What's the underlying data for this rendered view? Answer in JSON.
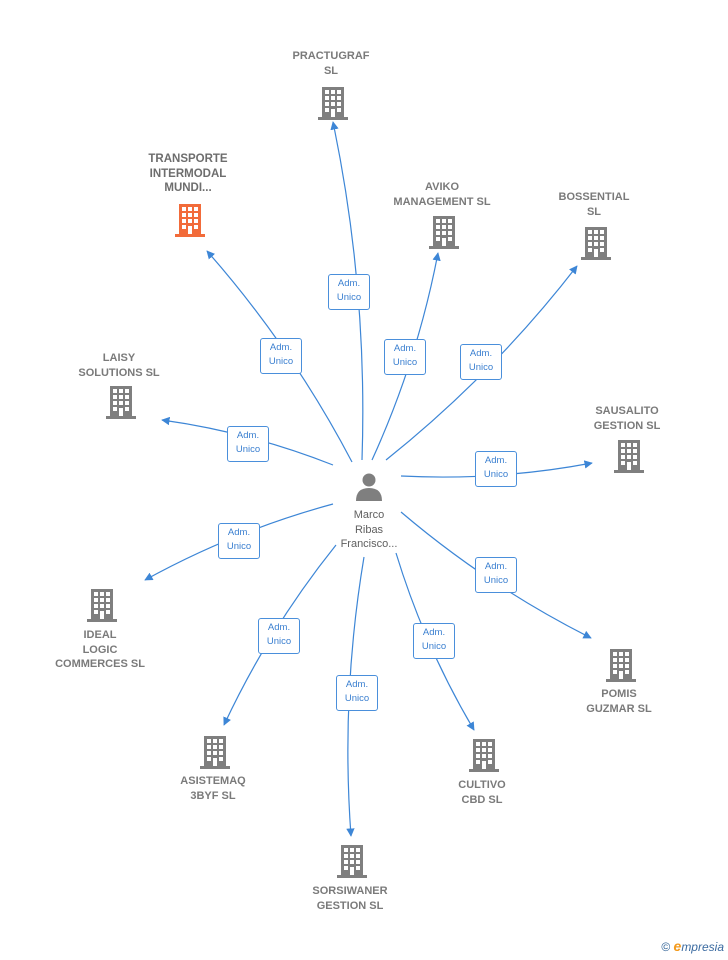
{
  "colors": {
    "edge": "#3d86d6",
    "building": "#7f7f7f",
    "building_highlight": "#f26b3a",
    "person": "#7f7f7f"
  },
  "center": {
    "label": "Marco\nRibas\nFrancisco..."
  },
  "edge_label": "Adm.\nUnico",
  "companies": [
    {
      "id": "practugraf",
      "label": "PRACTUGRAF\nSL"
    },
    {
      "id": "transporte",
      "label": "TRANSPORTE\nINTERMODAL\nMUNDI...",
      "highlight": true
    },
    {
      "id": "aviko",
      "label": "AVIKO\nMANAGEMENT SL"
    },
    {
      "id": "bossential",
      "label": "BOSSENTIAL\nSL"
    },
    {
      "id": "laisy",
      "label": "LAISY\nSOLUTIONS SL"
    },
    {
      "id": "sausalito",
      "label": "SAUSALITO\nGESTION SL"
    },
    {
      "id": "ideal",
      "label": "IDEAL\nLOGIC\nCOMMERCES SL"
    },
    {
      "id": "pomis",
      "label": "POMIS\nGUZMAR SL"
    },
    {
      "id": "asistemaq",
      "label": "ASISTEMAQ\n3BYF SL"
    },
    {
      "id": "cultivo",
      "label": "CULTIVO\nCBD SL"
    },
    {
      "id": "sorsiwaner",
      "label": "SORSIWANER\nGESTION SL"
    }
  ],
  "footer": {
    "copyright": "©",
    "brand_initial": "e",
    "brand_rest": "mpresia"
  }
}
